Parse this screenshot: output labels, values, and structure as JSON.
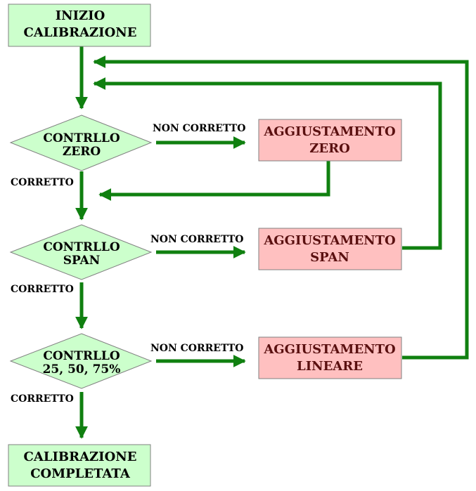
{
  "colors": {
    "arrow": "#108010",
    "start_fill": "#ccffcc",
    "decision_fill": "#ccffcc",
    "action_fill": "#ffc0c0",
    "action_text": "#5a1010",
    "border": "#808080"
  },
  "nodes": {
    "start": {
      "line1": "INIZIO",
      "line2": "CALIBRAZIONE"
    },
    "check_zero": {
      "line1": "CONTRLLO",
      "line2": "ZERO"
    },
    "check_span": {
      "line1": "CONTRLLO",
      "line2": "SPAN"
    },
    "check_linear": {
      "line1": "CONTRLLO",
      "line2": "25, 50, 75%"
    },
    "adjust_zero": {
      "line1": "AGGIUSTAMENTO",
      "line2": "ZERO"
    },
    "adjust_span": {
      "line1": "AGGIUSTAMENTO",
      "line2": "SPAN"
    },
    "adjust_linear": {
      "line1": "AGGIUSTAMENTO",
      "line2": "LINEARE"
    },
    "end": {
      "line1": "CALIBRAZIONE",
      "line2": "COMPLETATA"
    }
  },
  "edge_labels": {
    "zero_not_ok": "NON CORRETTO",
    "zero_ok": "CORRETTO",
    "span_not_ok": "NON CORRETTO",
    "span_ok": "CORRETTO",
    "linear_not_ok": "NON CORRETTO",
    "linear_ok": "CORRETTO"
  }
}
